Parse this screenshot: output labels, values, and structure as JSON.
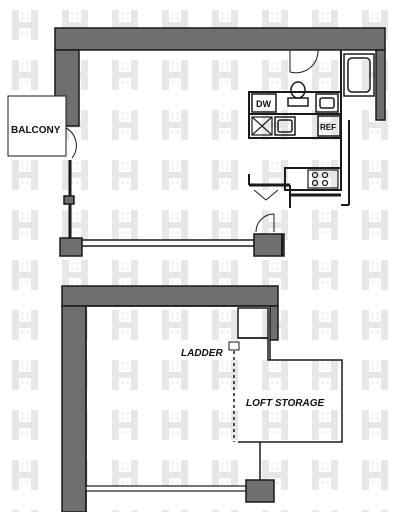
{
  "labels": {
    "balcony": "BALCONY",
    "dishwasher": "DW",
    "refrigerator": "REF",
    "ladder": "LADDER",
    "loft_storage": "LOFT STORAGE"
  },
  "colors": {
    "wall_fill": "#6f6f6f",
    "wall_stroke": "#1a1a1a",
    "watermark": "#e6e6e6",
    "background": "#ffffff"
  },
  "icons": [
    "watermark-h-icon",
    "bathtub-icon",
    "toilet-icon",
    "sink-icon",
    "stove-icon",
    "door-swing-icon"
  ]
}
